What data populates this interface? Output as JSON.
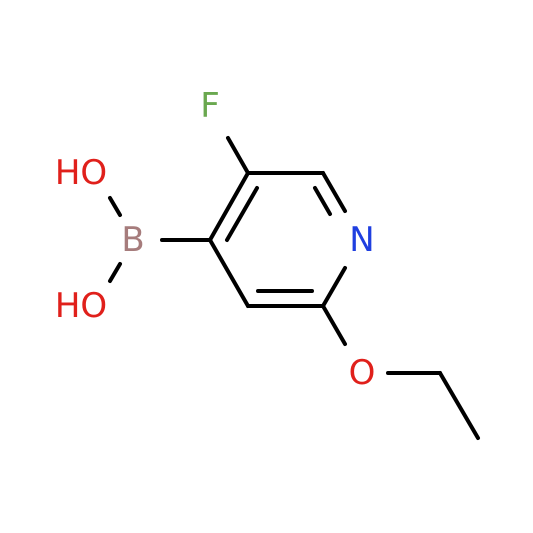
{
  "molecule": {
    "atoms": {
      "F": {
        "symbol": "F",
        "color": "#6aa84f"
      },
      "N": {
        "symbol": "N",
        "color": "#1f3fe0"
      },
      "O_ether": {
        "symbol": "O",
        "color": "#e0201b"
      },
      "B": {
        "symbol": "B",
        "color": "#a67c7c"
      },
      "O_hydroxyl_1": {
        "symbol": "HO",
        "color": "#e0201b"
      },
      "O_hydroxyl_2": {
        "symbol": "HO",
        "color": "#e0201b"
      }
    },
    "bond_color": "#000000"
  }
}
